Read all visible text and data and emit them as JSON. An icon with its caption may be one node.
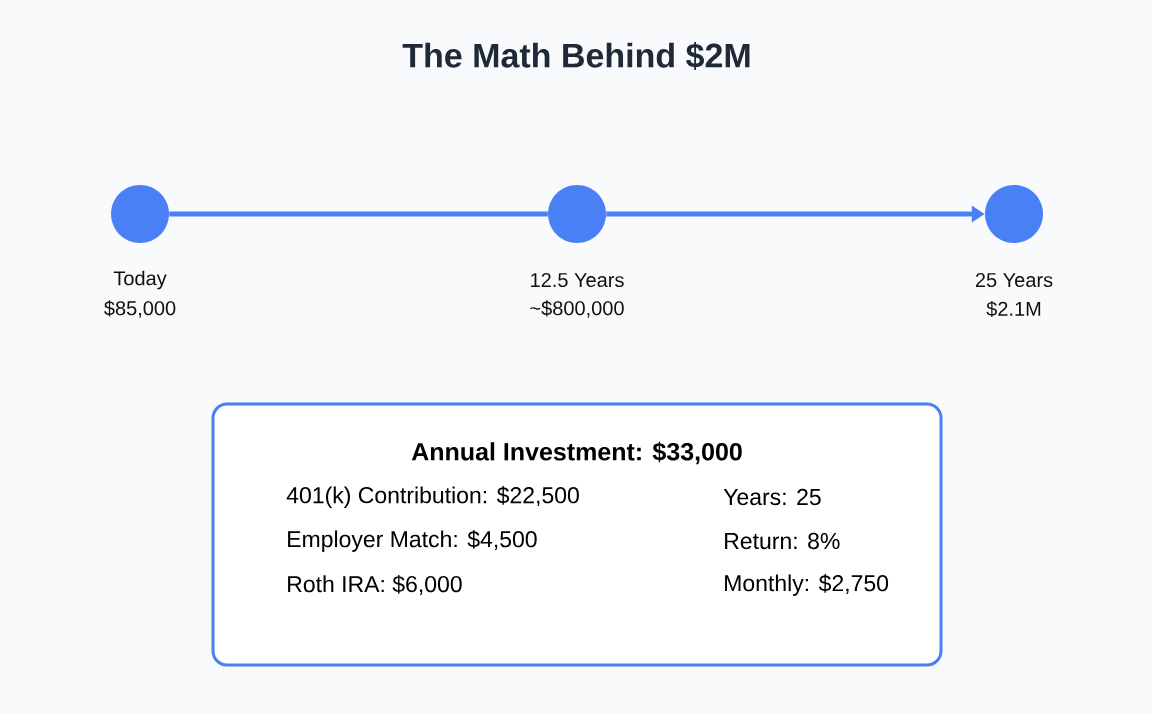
{
  "diagram": {
    "title": "The Math Behind $2M",
    "nodes": [
      {
        "text": [],
        "shape": "circle",
        "beside": [
          "Today",
          "$85,000"
        ]
      },
      {
        "text": [],
        "shape": "circle",
        "beside": [
          "12.5 Years",
          "~$800,000"
        ]
      },
      {
        "text": [],
        "shape": "circle",
        "beside": [
          "25 Years",
          "$2.1M"
        ]
      },
      {
        "text": [
          "Annual Investment: $33,000",
          "401(k) Contribution: $22,500",
          "Employer Match: $4,500",
          "Roth IRA: $6,000",
          "Years: 25",
          "Return: 8%",
          "Monthly: $2,750"
        ]
      }
    ],
    "edges": [
      {
        "from": 0,
        "to": 1,
        "arrow": "none"
      },
      {
        "from": 1,
        "to": 2,
        "arrow": "to"
      }
    ]
  }
}
